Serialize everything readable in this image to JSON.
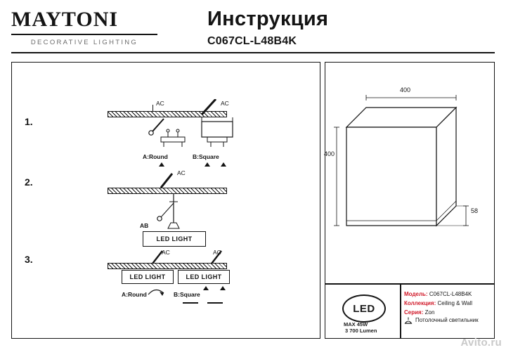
{
  "header": {
    "logo_word": "MAYTONI",
    "logo_sub": "DECORATIVE LIGHTING",
    "title": "Инструкция",
    "code": "C067CL-L48B4K"
  },
  "steps": [
    {
      "num": "1.",
      "ac_left": "AC",
      "ac_right": "AC",
      "a_label": "A:Round",
      "b_label": "B:Square"
    },
    {
      "num": "2.",
      "ac": "AC",
      "ab": "AB",
      "led_label": "LED LIGHT"
    },
    {
      "num": "3.",
      "ac_left": "AC",
      "ac_right": "AC",
      "led_left": "LED LIGHT",
      "led_right": "LED LIGHT",
      "a_label": "A:Round",
      "b_label": "B:Square"
    }
  ],
  "product": {
    "dim_top": "400",
    "dim_left": "400",
    "dim_right": "58"
  },
  "spec": {
    "led_text": "LED",
    "max_watt": "MAX 45W",
    "lumen": "3 700 Lumen",
    "rows": [
      {
        "key": "Модель:",
        "value": "C067CL-L48B4K"
      },
      {
        "key": "Коллекция:",
        "value": "Ceiling & Wall"
      },
      {
        "key": "Серия:",
        "value": "Zon"
      }
    ],
    "type": "Потолочный светильник",
    "key_color": "#d11a2a"
  },
  "watermark": "Avito.ru"
}
